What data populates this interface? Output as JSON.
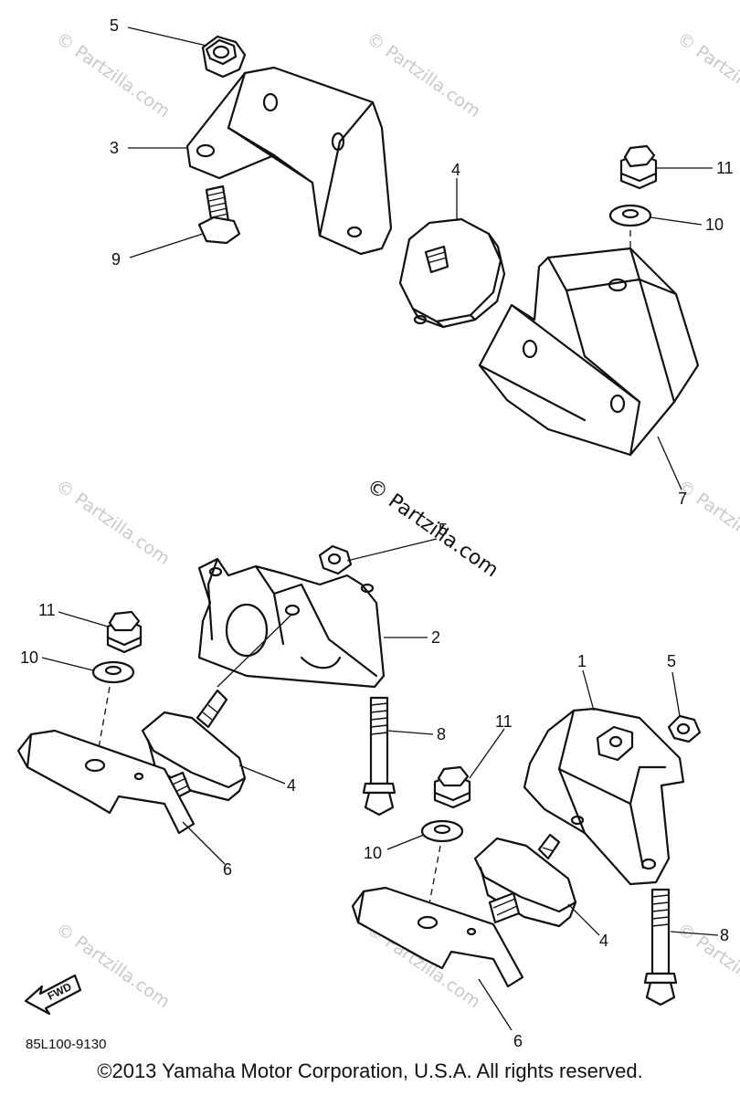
{
  "watermark": "© Partzilla.com",
  "diagram_code": "85L100-9130",
  "fwd_label": "FWD",
  "copyright": "©2013 Yamaha Motor Corporation, U.S.A. All rights reserved.",
  "callouts": {
    "c5_top": "5",
    "c3": "3",
    "c9": "9",
    "c4_top": "4",
    "c11_top": "11",
    "c10_top": "10",
    "c7": "7",
    "c5_mid": "5",
    "c2": "2",
    "c11_left": "11",
    "c10_left": "10",
    "c4_left": "4",
    "c6_left": "6",
    "c8_mid": "8",
    "c1": "1",
    "c5_right": "5",
    "c11_right": "11",
    "c10_right": "10",
    "c4_right": "4",
    "c8_right": "8",
    "c6_right": "6"
  }
}
